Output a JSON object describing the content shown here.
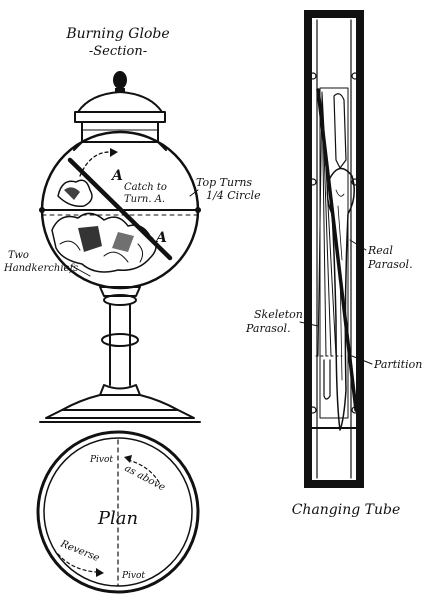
{
  "illustration": {
    "title_line1": "Burning Globe",
    "title_line2": "-Section-",
    "globe": {
      "label_a_upper": "A",
      "label_a_lower": "A",
      "catch_line1": "Catch to",
      "catch_line2": "Turn. A.",
      "top_turns_line1": "Top Turns",
      "top_turns_line2": "1/4 Circle",
      "handkerchiefs_line1": "Two",
      "handkerchiefs_line2": "Handkerchiefs"
    },
    "plan": {
      "label": "Plan",
      "pivot_top": "Pivot",
      "pivot_bottom": "Pivot",
      "as_above": "as above",
      "reverse": "Reverse"
    },
    "tube": {
      "caption": "Changing Tube",
      "real_parasol_line1": "Real",
      "real_parasol_line2": "Parasol.",
      "skeleton_line1": "Skeleton",
      "skeleton_line2": "Parasol.",
      "partition": "Partition"
    }
  }
}
